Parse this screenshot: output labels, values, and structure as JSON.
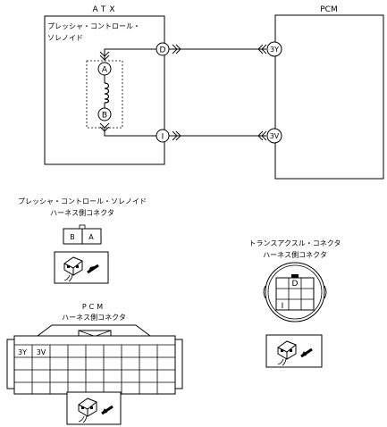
{
  "wiring": {
    "atx_label": "ATX",
    "pcm_label": "PCM",
    "solenoid_label_line1": "プレッシャ・コントロール・",
    "solenoid_label_line2": "ソレノイド",
    "terminal_a": "A",
    "terminal_b": "B",
    "terminal_d": "D",
    "terminal_i": "I",
    "pcm_pin_top": "3Y",
    "pcm_pin_bottom": "3V"
  },
  "solenoid_connector": {
    "title_line1": "プレッシャ・コントロール・ソレノイド",
    "title_line2": "ハーネス側コネクタ",
    "pin_b": "B",
    "pin_a": "A"
  },
  "transaxle_connector": {
    "title_line1": "トランスアクスル・コネクタ",
    "title_line2": "ハーネス側コネクタ",
    "pin_d": "D",
    "pin_i": "I"
  },
  "pcm_connector": {
    "title_line1": "PCM",
    "title_line2": "ハーネス側コネクタ",
    "pin_3y": "3Y",
    "pin_3v": "3V"
  }
}
